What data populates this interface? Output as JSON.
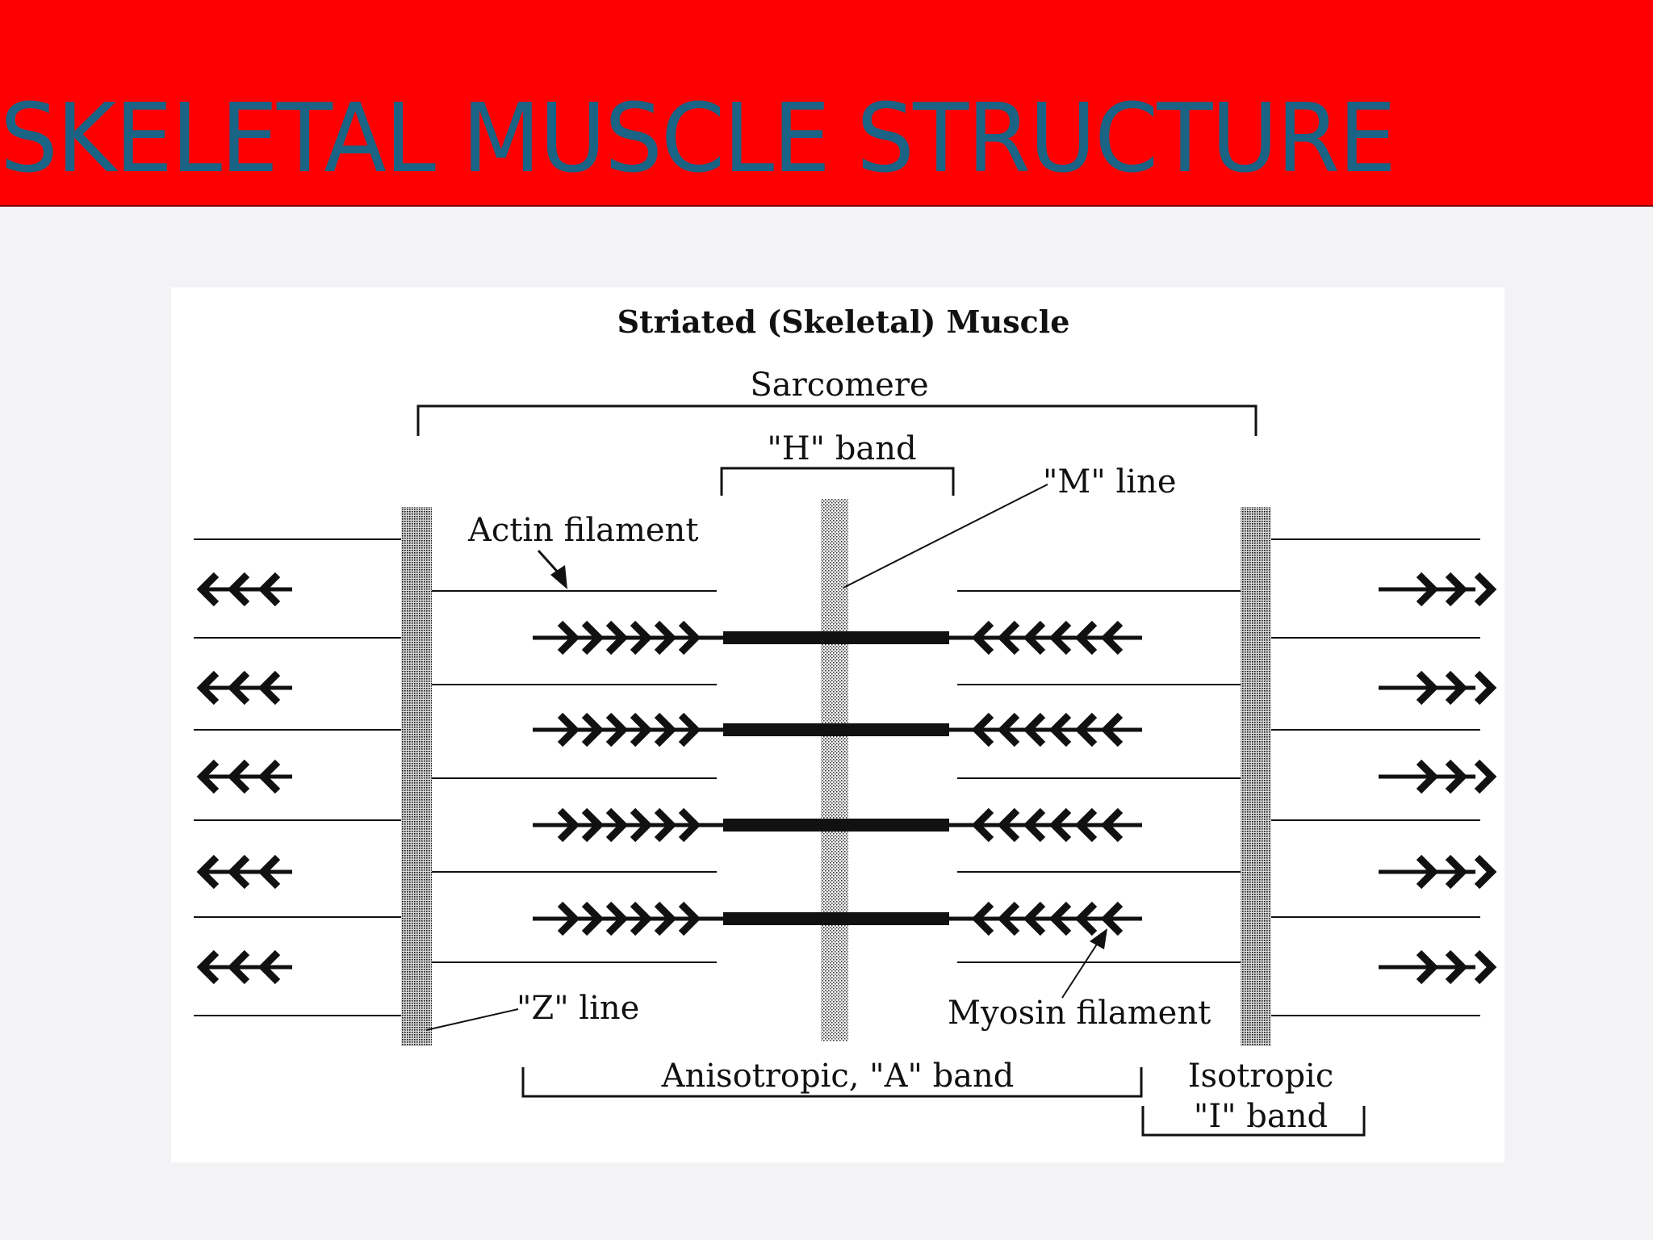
{
  "slide": {
    "title": "SKELETAL MUSCLE STRUCTURE",
    "title_bar_color": "#ff0000",
    "title_text_color": "#1b6385"
  },
  "diagram": {
    "title": "Striated (Skeletal) Muscle",
    "labels": {
      "sarcomere": "Sarcomere",
      "h_band": "\"H\" band",
      "m_line": "\"M\" line",
      "actin": "Actin filament",
      "z_line": "\"Z\" line",
      "myosin": "Myosin filament",
      "a_band": "Anisotropic, \"A\" band",
      "i_band_line1": "Isotropic",
      "i_band_line2": "\"I\" band"
    }
  }
}
